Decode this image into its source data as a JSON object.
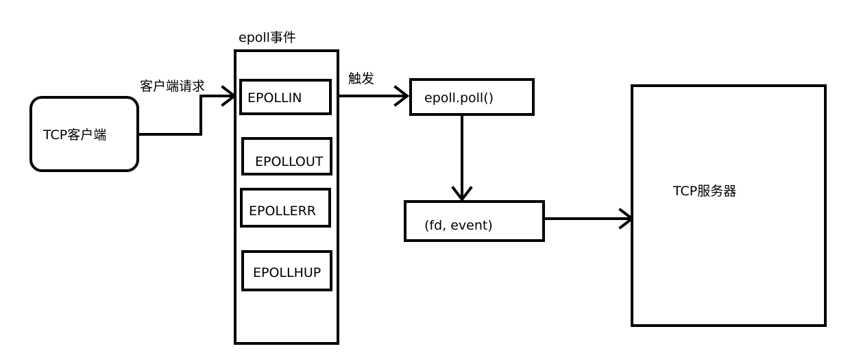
{
  "diagram": {
    "client": {
      "label": "TCP客户端"
    },
    "client_request_label": "客户端请求",
    "epoll_container": {
      "title": "epoll事件",
      "events": [
        "EPOLLIN",
        "EPOLLOUT",
        "EPOLLERR",
        "EPOLLHUP"
      ]
    },
    "trigger_label": "触发",
    "poll_call": {
      "label": "epoll.poll()"
    },
    "fd_event": {
      "label": "(fd, event)"
    },
    "server": {
      "label": "TCP服务器"
    }
  }
}
